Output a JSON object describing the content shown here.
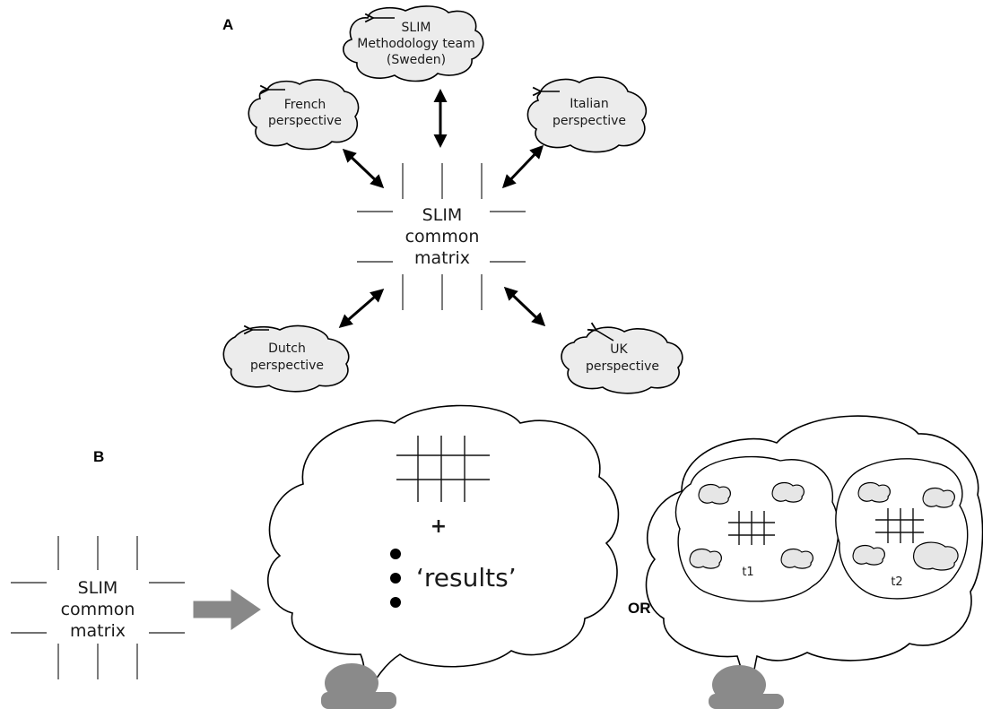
{
  "panels": {
    "a": "A",
    "b": "B"
  },
  "or_label": "OR",
  "center": {
    "line1": "SLIM",
    "line2": "common",
    "line3": "matrix"
  },
  "methodology": {
    "line1": "SLIM",
    "line2": "Methodology team",
    "line3": "(Sweden)"
  },
  "french": {
    "line1": "French",
    "line2": "perspective"
  },
  "italian": {
    "line1": "Italian",
    "line2": "perspective"
  },
  "dutch": {
    "line1": "Dutch",
    "line2": "perspective"
  },
  "uk": {
    "line1": "UK",
    "line2": "perspective"
  },
  "left_matrix": {
    "line1": "SLIM",
    "line2": "common",
    "line3": "matrix"
  },
  "thought": {
    "plus": "+",
    "results": "‘results’"
  },
  "sub_clouds": {
    "t1": "t1",
    "t2": "t2"
  }
}
